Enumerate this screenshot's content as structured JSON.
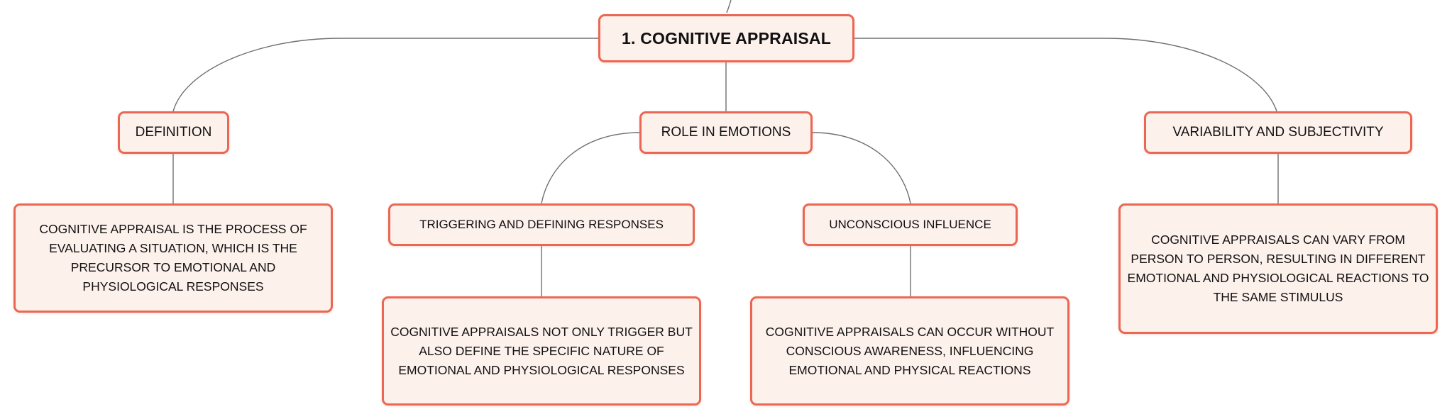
{
  "colors": {
    "node_border": "#ea6753",
    "node_fill": "#fdf1ec",
    "connector": "#707070",
    "text": "#111111"
  },
  "diagram": {
    "root": "1. COGNITIVE APPRAISAL",
    "branches": {
      "definition": {
        "label": "DEFINITION",
        "detail": "COGNITIVE APPRAISAL IS THE PROCESS OF EVALUATING A SITUATION, WHICH IS THE PRECURSOR TO EMOTIONAL AND PHYSIOLOGICAL RESPONSES"
      },
      "role": {
        "label": "ROLE IN EMOTIONS",
        "triggering": {
          "label": "TRIGGERING AND DEFINING RESPONSES",
          "detail": "COGNITIVE APPRAISALS NOT ONLY TRIGGER BUT ALSO DEFINE THE SPECIFIC NATURE OF EMOTIONAL AND PHYSIOLOGICAL RESPONSES"
        },
        "unconscious": {
          "label": "UNCONSCIOUS INFLUENCE",
          "detail": "COGNITIVE APPRAISALS CAN OCCUR WITHOUT CONSCIOUS AWARENESS, INFLUENCING EMOTIONAL AND PHYSICAL REACTIONS"
        }
      },
      "variability": {
        "label": "VARIABILITY AND SUBJECTIVITY",
        "detail": "COGNITIVE APPRAISALS CAN VARY FROM PERSON TO PERSON, RESULTING IN DIFFERENT EMOTIONAL AND PHYSIOLOGICAL REACTIONS TO THE SAME STIMULUS"
      }
    }
  }
}
